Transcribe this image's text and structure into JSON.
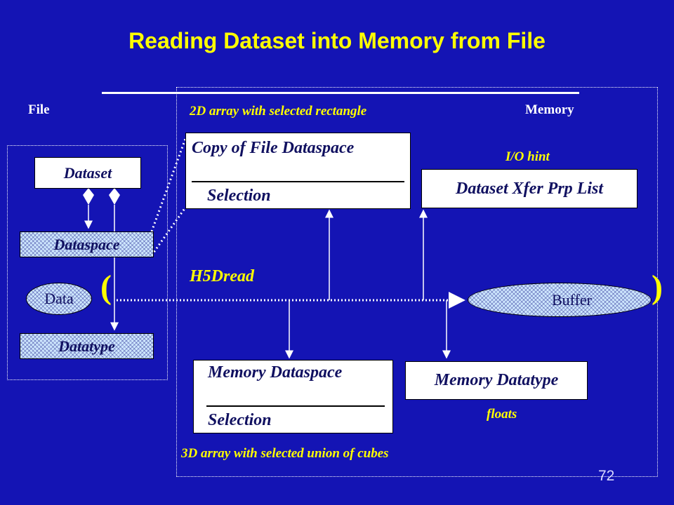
{
  "title": "Reading Dataset into Memory from File",
  "labels": {
    "file": "File",
    "memory": "Memory",
    "array2d": "2D array with selected rectangle",
    "io_hint": "I/O hint",
    "h5dread": "H5Dread",
    "floats": "floats",
    "array3d": "3D array with selected union of cubes",
    "paren_open": "(",
    "paren_close": ")"
  },
  "file_side": {
    "dataset": "Dataset",
    "dataspace": "Dataspace",
    "data": "Data",
    "datatype": "Datatype"
  },
  "boxes": {
    "copy_dataspace": "Copy of File Dataspace",
    "copy_selection": "Selection",
    "xfer_prp_list": "Dataset Xfer Prp List",
    "mem_dataspace": "Memory Dataspace",
    "mem_selection": "Selection",
    "mem_datatype": "Memory Datatype",
    "buffer": "Buffer"
  },
  "page_number": "72",
  "colors": {
    "background": "#1414b4",
    "title": "#ffff00",
    "accent_label": "#ffff00",
    "box_fill": "#ffffff",
    "box_text": "#101060"
  }
}
